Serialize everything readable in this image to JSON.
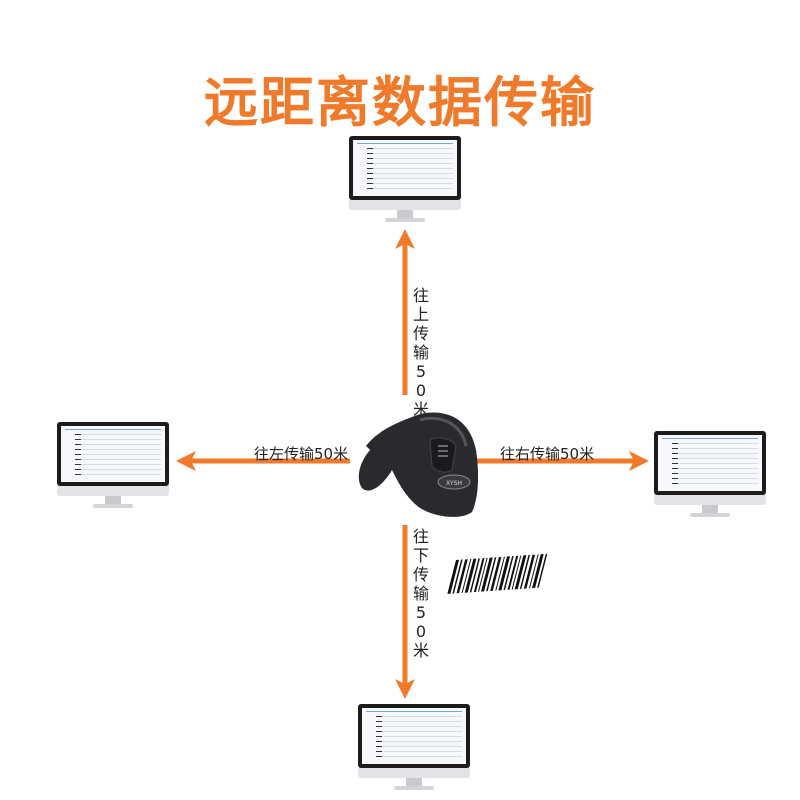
{
  "title": "远距离数据传输",
  "labels": {
    "up": "往上传输50米",
    "left": "往左传输50米",
    "right": "往右传输50米",
    "down": "往下传输50米"
  },
  "scanner_brand": "XYSH",
  "colors": {
    "accent": "#f07a2a",
    "scanner_body": "#2a2a2e",
    "monitor_bezel": "#1c1c1c"
  },
  "icons": [
    "desktop-monitor-icon",
    "barcode-scanner-icon",
    "barcode-icon",
    "arrow-icon"
  ]
}
